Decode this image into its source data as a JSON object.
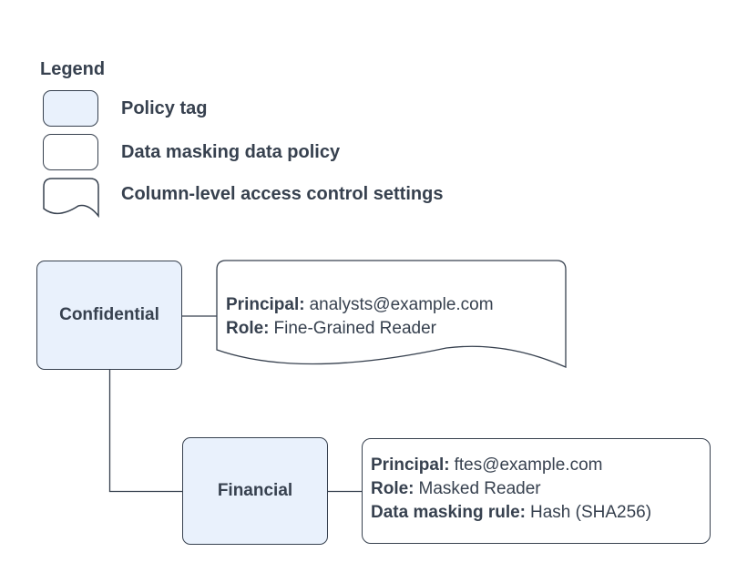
{
  "colors": {
    "ink": "#37414F",
    "policy_tag_fill": "#E9F1FC",
    "shape_fill": "#FFFFFF",
    "background": "#FFFFFF"
  },
  "legend": {
    "title": "Legend",
    "items": [
      {
        "swatch": "policy-tag-swatch",
        "label": "Policy tag"
      },
      {
        "swatch": "data-masking-policy-swatch",
        "label": "Data masking data policy"
      },
      {
        "swatch": "column-acl-swatch",
        "label": "Column-level access control settings"
      }
    ]
  },
  "diagram": {
    "nodes": {
      "confidential": {
        "label": "Confidential",
        "type": "policy-tag"
      },
      "financial": {
        "label": "Financial",
        "type": "policy-tag"
      }
    },
    "acl_note": {
      "type": "column-level-access-control-settings",
      "lines": [
        {
          "label": "Principal:",
          "value": "analysts@example.com"
        },
        {
          "label": "Role:",
          "value": "Fine-Grained Reader"
        }
      ]
    },
    "masking_policy": {
      "type": "data-masking-data-policy",
      "lines": [
        {
          "label": "Principal:",
          "value": "ftes@example.com"
        },
        {
          "label": "Role:",
          "value": "Masked Reader"
        },
        {
          "label": "Data masking rule:",
          "value": "Hash (SHA256)"
        }
      ]
    }
  }
}
